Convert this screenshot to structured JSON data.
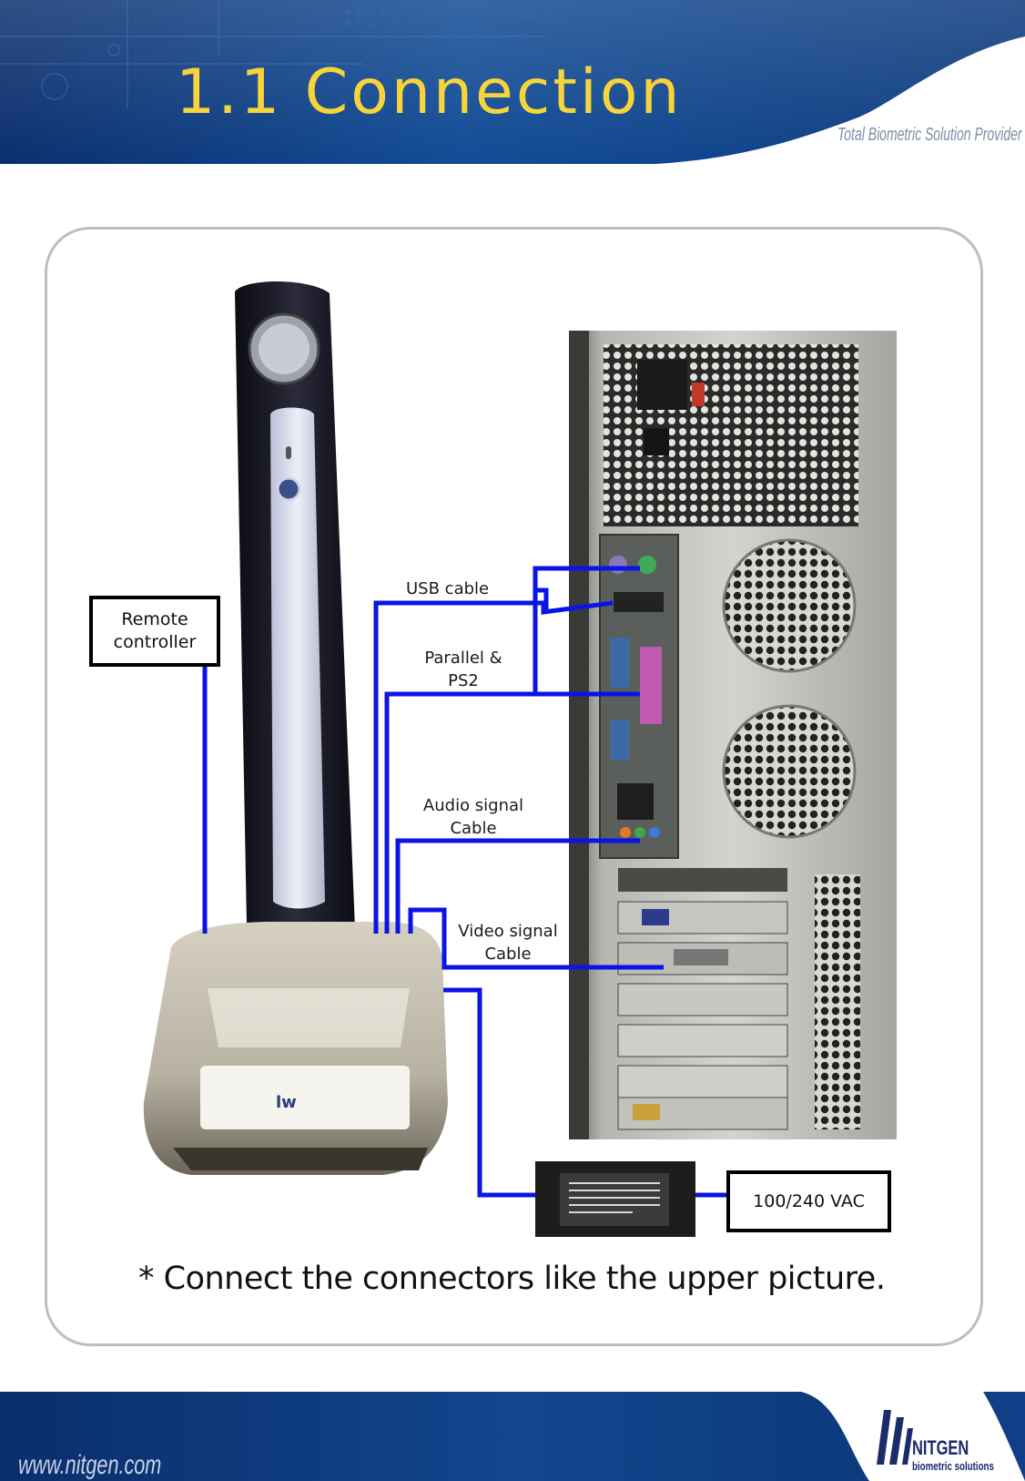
{
  "header": {
    "title": "1.1 Connection",
    "tagline": "Total Biometric Solution Provider"
  },
  "diagram": {
    "labels": {
      "remote_controller": "Remote\ncontroller",
      "usb_cable": "USB cable",
      "parallel_ps2": "Parallel &\nPS2",
      "audio_signal": "Audio signal\nCable",
      "video_signal": "Video signal\nCable",
      "power": "100/240 VAC"
    },
    "cable_color": "#0a14e6"
  },
  "note": "* Connect the connectors like the upper picture.",
  "footer": {
    "website": "www.nitgen.com",
    "brand_name": "NITGEN",
    "brand_sub": "biometric solutions"
  },
  "colors": {
    "header_blue": "#0f3f86",
    "title_yellow": "#f6d43a",
    "panel_border": "#bdbdbd"
  }
}
